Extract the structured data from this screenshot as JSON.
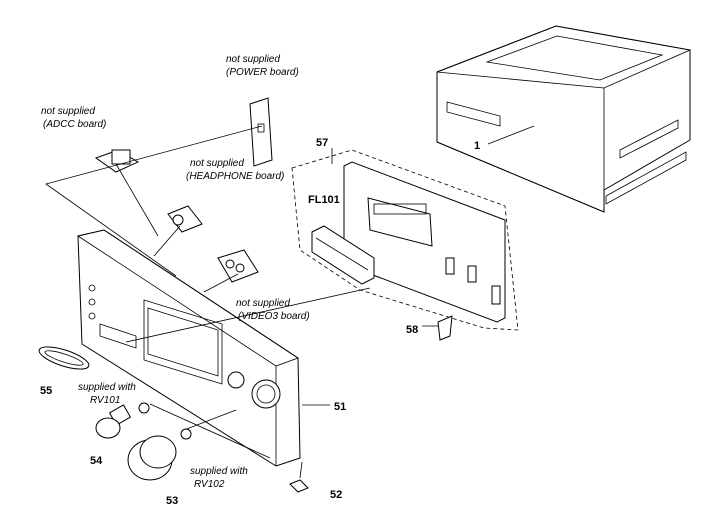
{
  "labels": {
    "power_board": [
      "not supplied",
      "(POWER board)"
    ],
    "adcc_board": [
      "not supplied",
      "(ADCC board)"
    ],
    "headphone_board": [
      "not supplied",
      "(HEADPHONE board)"
    ],
    "video3_board": [
      "not supplied",
      "(VIDEO3 board)"
    ],
    "rv101": [
      "supplied with",
      "RV101"
    ],
    "rv102": [
      "supplied with",
      "RV102"
    ]
  },
  "parts": {
    "p1": "1",
    "p57": "57",
    "fl101": "FL101",
    "p58": "58",
    "p55": "55",
    "p51": "51",
    "p54": "54",
    "p53": "53",
    "p52": "52"
  }
}
